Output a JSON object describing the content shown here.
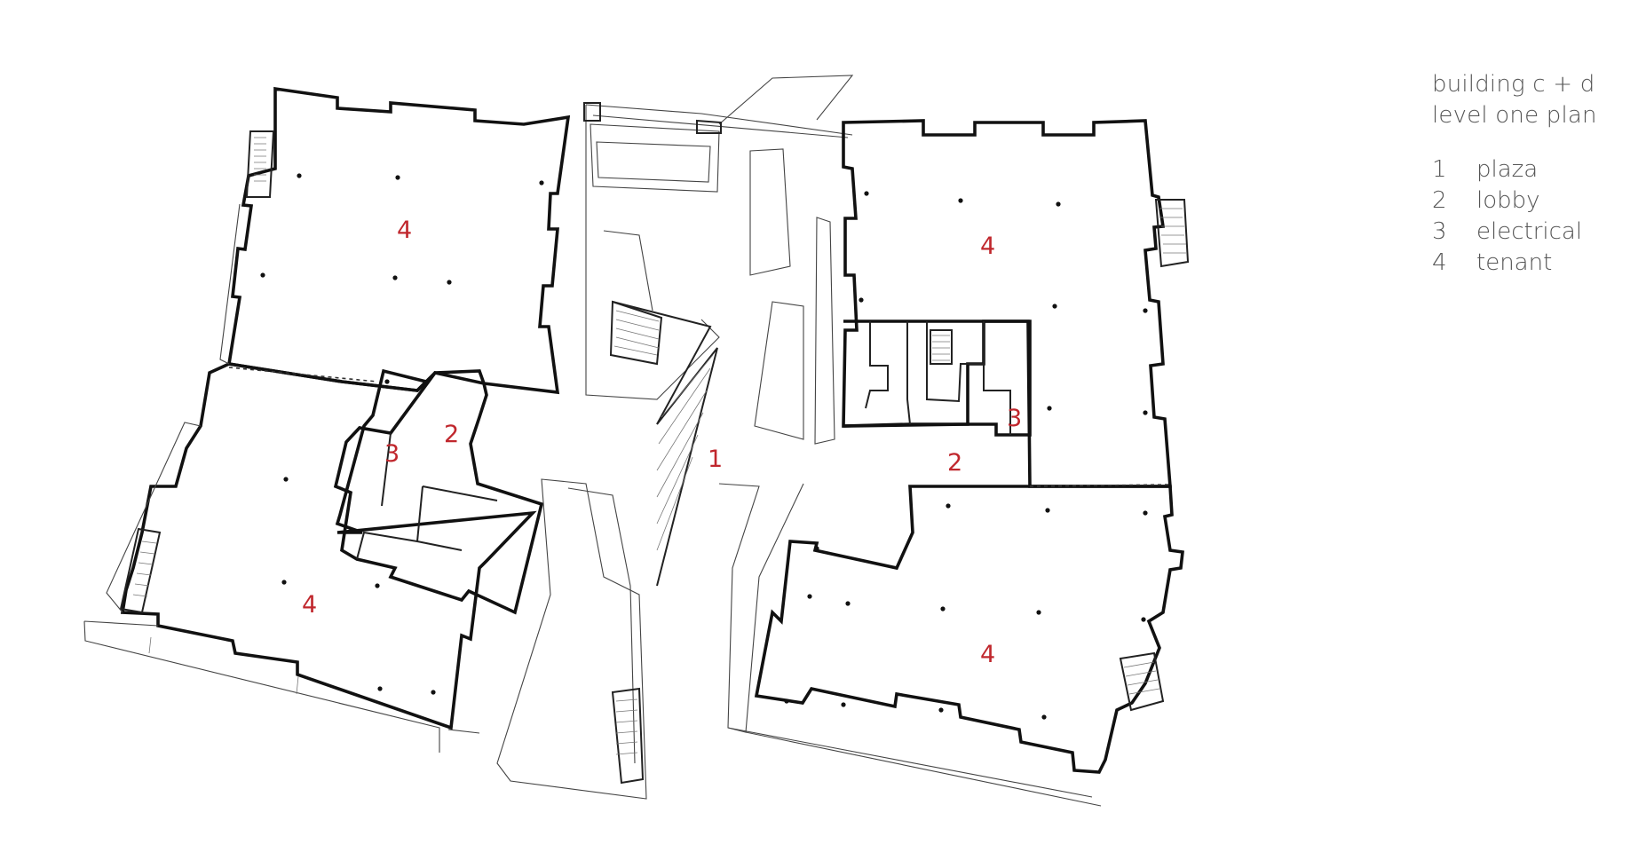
{
  "title": {
    "line1": "building c + d",
    "line2": "level one plan"
  },
  "legend": [
    {
      "num": "1",
      "text": "plaza"
    },
    {
      "num": "2",
      "text": "lobby"
    },
    {
      "num": "3",
      "text": "electrical"
    },
    {
      "num": "4",
      "text": "tenant"
    }
  ],
  "labels": {
    "plaza": "1",
    "lobby": "2",
    "electrical": "3",
    "tenant": "4"
  },
  "colors": {
    "label": "#c0272d",
    "wall": "#111111",
    "legend_text": "#555555"
  }
}
